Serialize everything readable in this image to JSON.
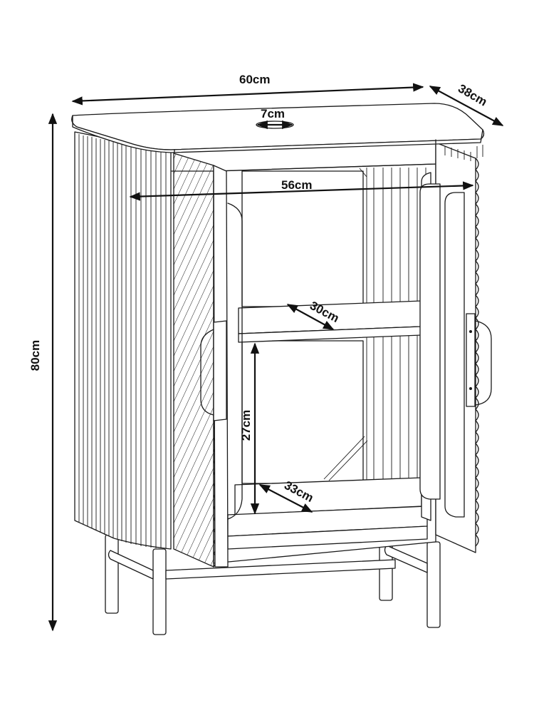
{
  "diagram": {
    "subject": "Cabinet with fluted doors, one shelf and metal legs",
    "line_color": "#1a1a1a",
    "background": "#ffffff",
    "dimensions": {
      "width": "60cm",
      "depth": "38cm",
      "height": "80cm",
      "cable_hole": "7cm",
      "inner_width": "56cm",
      "shelf_depth": "30cm",
      "compartment_height": "27cm",
      "bottom_depth": "33cm"
    }
  }
}
